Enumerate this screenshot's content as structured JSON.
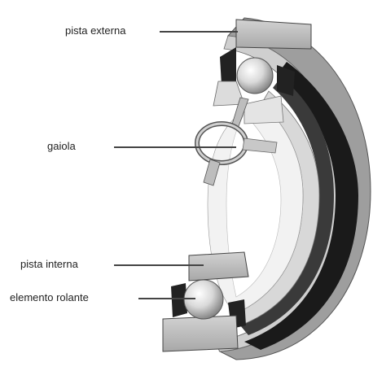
{
  "labels": {
    "outer_race": "pista externa",
    "cage": "gaiola",
    "inner_race": "pista interna",
    "rolling_element": "elemento rolante"
  }
}
